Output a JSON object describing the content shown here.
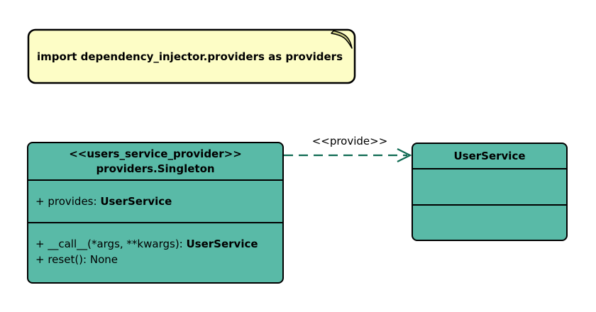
{
  "note": {
    "text": "import dependency_injector.providers as providers"
  },
  "left_class": {
    "stereotype": "<<users_service_provider>>",
    "name": "providers.Singleton",
    "attributes": [
      {
        "text": "+ provides: ",
        "bold_type": "UserService"
      }
    ],
    "methods": [
      {
        "text": "+ __call__(*args, **kwargs): ",
        "bold_type": "UserService"
      },
      {
        "text": "+ reset(): None",
        "bold_type": ""
      }
    ]
  },
  "right_class": {
    "name": "UserService"
  },
  "edge": {
    "label": "<<provide>>"
  },
  "colors": {
    "background": "#FFFFFF",
    "class_fill": "#59BAA7",
    "class_border": "#000000",
    "note_fill": "#FDFDC6",
    "note_fold": "#C8C882",
    "edge_color": "#0E6A52"
  }
}
